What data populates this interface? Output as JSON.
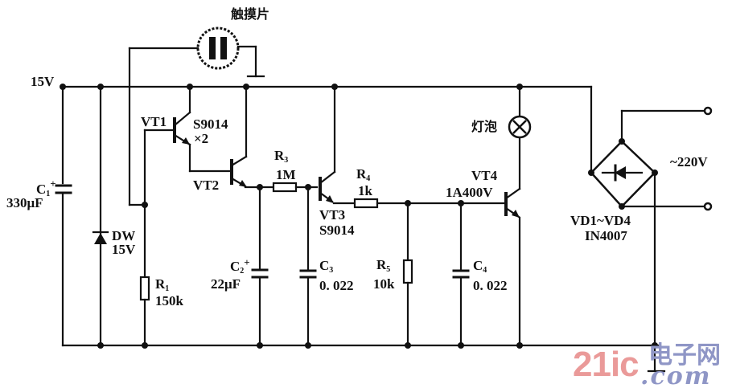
{
  "diagram": {
    "type": "circuit-schematic",
    "supply_label": "15V",
    "touch_plate_label": "触摸片",
    "lamp_label": "灯泡",
    "ac_label": "~220V",
    "components": {
      "c1": {
        "ref": "C",
        "sub": "1",
        "value": "330μF",
        "polarity": "+"
      },
      "dw": {
        "ref": "DW",
        "value": "15V"
      },
      "r1": {
        "ref": "R",
        "sub": "1",
        "value": "150k"
      },
      "vt1": {
        "ref": "VT1",
        "part": "S9014",
        "qty": "×2"
      },
      "vt2": {
        "ref": "VT2"
      },
      "r3": {
        "ref": "R",
        "sub": "3",
        "value": "1M"
      },
      "c2": {
        "ref": "C",
        "sub": "2",
        "value": "22μF",
        "polarity": "+"
      },
      "c3": {
        "ref": "C",
        "sub": "3",
        "value": "0. 022"
      },
      "vt3": {
        "ref": "VT3",
        "part": "S9014"
      },
      "r4": {
        "ref": "R",
        "sub": "4",
        "value": "1k"
      },
      "r5": {
        "ref": "R",
        "sub": "5",
        "value": "10k"
      },
      "c4": {
        "ref": "C",
        "sub": "4",
        "value": "0. 022"
      },
      "vt4": {
        "ref": "VT4",
        "part": "1A400V"
      },
      "bridge": {
        "ref": "VD1~VD4",
        "part": "IN4007"
      }
    }
  },
  "watermark": {
    "number": "21ic",
    "cn": "电子网",
    "domain": ".com"
  }
}
